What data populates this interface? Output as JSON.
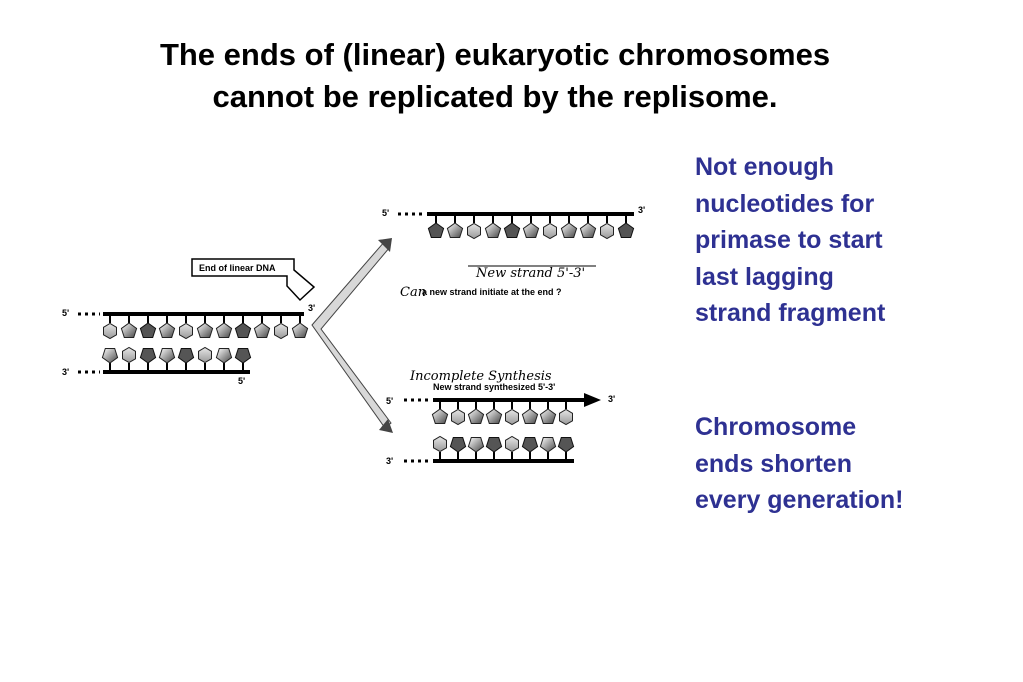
{
  "title": {
    "line1": "The ends of (linear) eukaryotic chromosomes",
    "line2": "cannot be replicated by the replisome."
  },
  "notes": {
    "primase": [
      "Not enough",
      "nucleotides for",
      "primase to start",
      "last lagging",
      "strand fragment"
    ],
    "shorten": [
      "Chromosome",
      "ends shorten",
      "every generation!"
    ]
  },
  "diagram": {
    "callout": "End of linear DNA",
    "left_top_5": "5'",
    "left_top_3": "3'",
    "left_bottom_3": "3'",
    "left_bottom_5": "5'",
    "tr_5": "5'",
    "tr_3": "3'",
    "tr_handwritten_strand": "New strand 5'-3'",
    "tr_handwritten_can": "Can",
    "tr_question": "a new strand initiate at the end ?",
    "br_handwritten": "Incomplete Synthesis",
    "br_caption": "New strand synthesized 5'-3'",
    "br_5": "5'",
    "br_3_arrow": "3'",
    "br_3_bottom": "3'"
  }
}
